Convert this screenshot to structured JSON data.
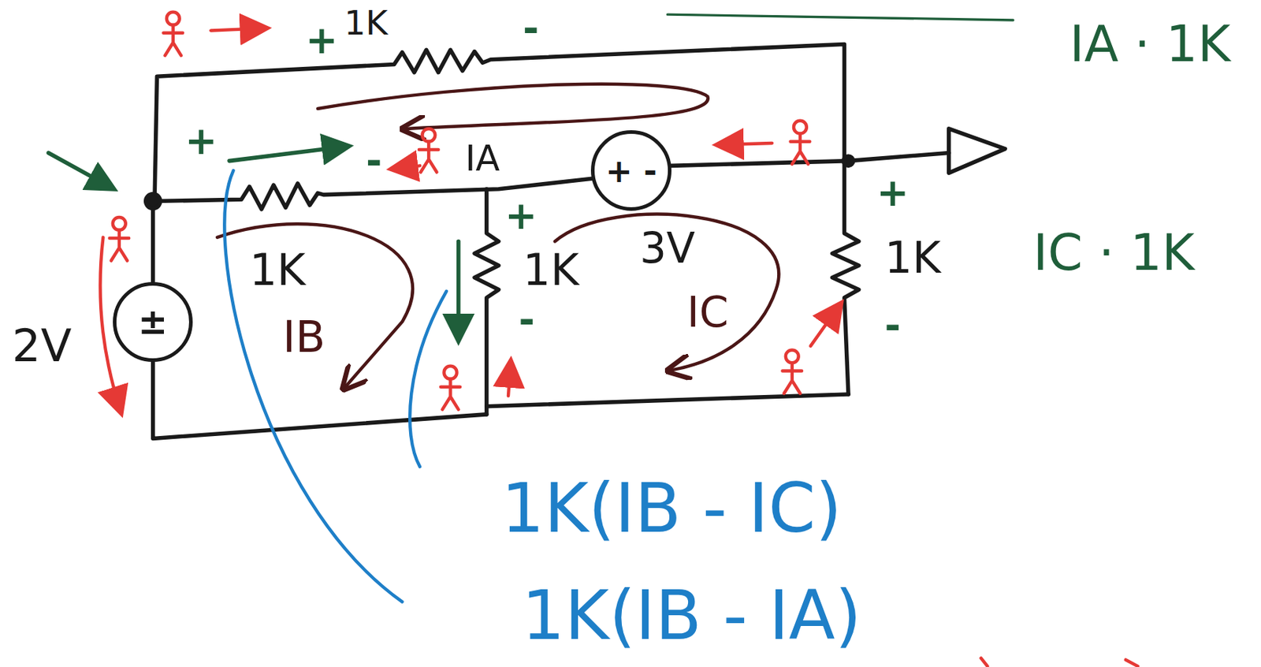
{
  "diagram": {
    "nodes": [
      {
        "text": [
          "+ -"
        ]
      },
      {
        "text": [
          "±"
        ]
      }
    ],
    "labels": [
      "1K",
      "+",
      "-",
      "IA · 1K",
      "+",
      "-",
      "IA",
      "2V",
      "1K",
      "IB",
      "3V",
      "+",
      "1K",
      "-",
      "IC",
      "+",
      "1K",
      "IC · 1K",
      "-",
      "1K(IB - IC)",
      "1K(IB - IA)"
    ]
  }
}
